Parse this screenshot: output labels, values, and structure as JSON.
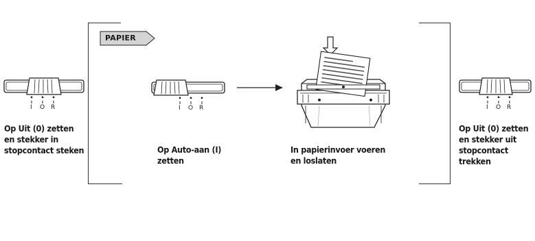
{
  "tag": {
    "label": "PAPIER"
  },
  "switch_marks": [
    "I",
    "O",
    "R"
  ],
  "steps": [
    {
      "caption": "Op Uit (0) zetten\nen stekker in\nstopcontact steken"
    },
    {
      "caption": "Op Auto-aan (I)\nzetten"
    },
    {
      "caption": "In papierinvoer voeren\nen loslaten"
    },
    {
      "caption": "Op Uit (0) zetten\nen stekker uit\nstopcontact\ntrekken"
    }
  ],
  "icons": [
    "switch-icon",
    "arrow-right-icon",
    "shredder-icon",
    "arrow-down-icon"
  ],
  "colors": {
    "tag_fill": "#d4d4d4",
    "line": "#333333"
  }
}
